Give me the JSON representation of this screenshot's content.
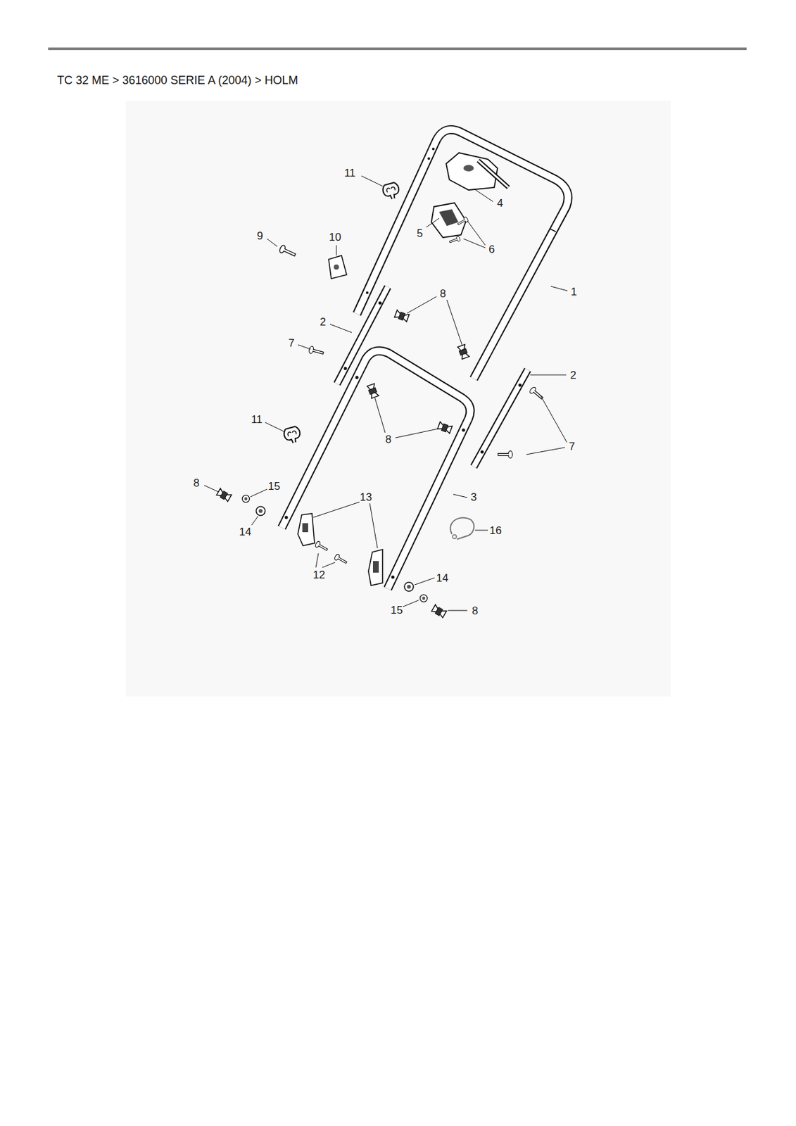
{
  "diagram": {
    "title": "TC 32 ME > 3616000 SERIE A (2004) > HOLM",
    "labels": [
      "11",
      "4",
      "5",
      "9",
      "10",
      "6",
      "1",
      "8",
      "2",
      "7",
      "2",
      "11",
      "8",
      "7",
      "8",
      "15",
      "13",
      "3",
      "16",
      "14",
      "12",
      "14",
      "15",
      "8"
    ]
  }
}
